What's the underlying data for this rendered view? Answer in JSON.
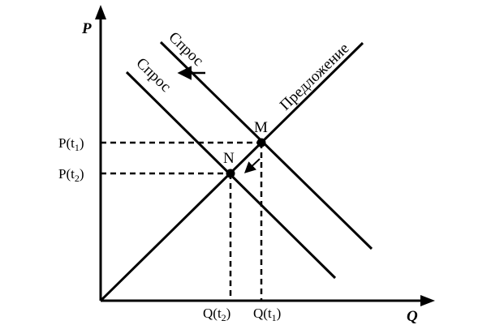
{
  "axes": {
    "y_label": "P",
    "x_label": "Q"
  },
  "curves": {
    "demand_original": "Спрос",
    "demand_shifted": "Спрос",
    "supply": "Предложение"
  },
  "points": {
    "m": "M",
    "n": "N"
  },
  "price_ticks": {
    "t1": {
      "base": "P(t",
      "sub": "1",
      "close": ")"
    },
    "t2": {
      "base": "P(t",
      "sub": "2",
      "close": ")"
    }
  },
  "quantity_ticks": {
    "t2": {
      "base": "Q(t",
      "sub": "2",
      "close": ")"
    },
    "t1": {
      "base": "Q(t",
      "sub": "1",
      "close": ")"
    }
  },
  "colors": {
    "ink": "#000000",
    "background": "#ffffff"
  }
}
